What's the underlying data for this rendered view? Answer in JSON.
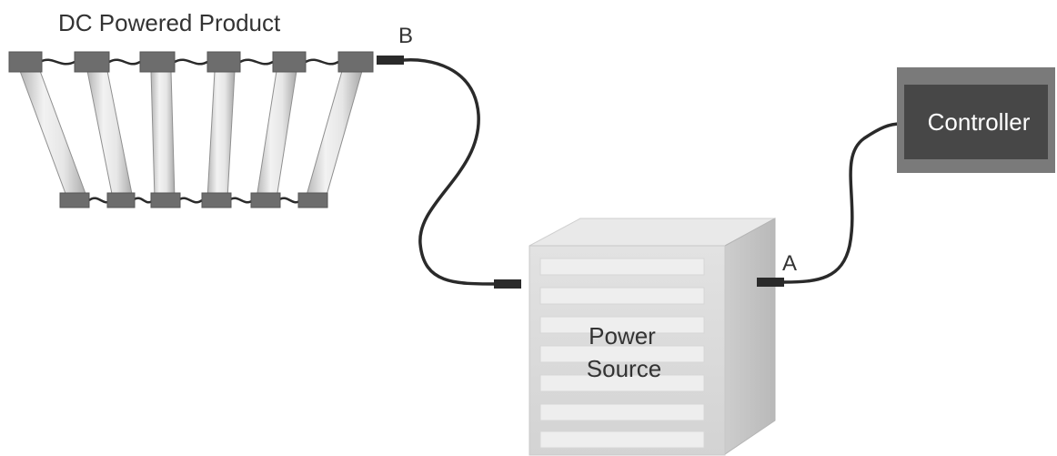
{
  "labels": {
    "product": "DC Powered Product",
    "connector_b": "B",
    "connector_a": "A",
    "controller": "Controller",
    "power_source_line1": "Power",
    "power_source_line2": "Source"
  },
  "colors": {
    "bar_end_dark": "#6d6d6d",
    "tube_light": "#e4e4e4",
    "tube_edge": "#9a9a9a",
    "cable": "#2a2a2a",
    "box_front": "#dadada",
    "box_side": "#c4c4c4",
    "box_top": "#e9e9e9",
    "slot": "#ececec",
    "controller_outer": "#7a7a7a",
    "controller_inner": "#4a4a4a",
    "controller_text": "#ffffff"
  }
}
